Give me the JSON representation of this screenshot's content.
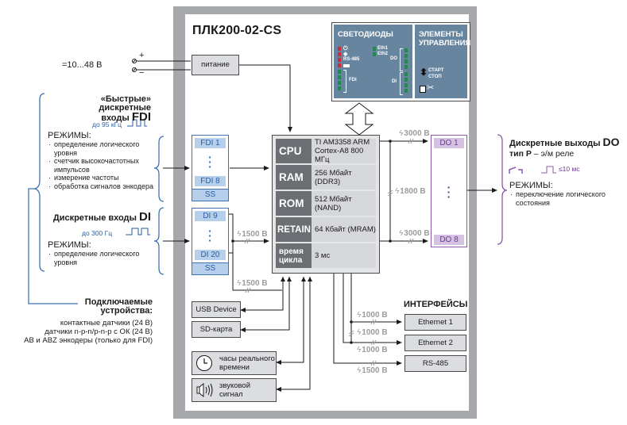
{
  "title": "ПЛК200-02-CS",
  "power": {
    "supply_label": "=10...48 В",
    "plus": "+",
    "minus": "−",
    "block_label": "питание"
  },
  "led_panel": {
    "leds_title": "СВЕТОДИОДЫ",
    "controls_title_1": "ЭЛЕМЕНТЫ",
    "controls_title_2": "УПРАВЛЕНИЯ",
    "led_labels": {
      "power_icon": "⏻",
      "diamond_icon": "◈",
      "rs485": "RS-485",
      "eth1": "Eth1",
      "eth2": "Eth2",
      "do": "DO",
      "di": "DI",
      "fdi": "FDI"
    },
    "start": "СТАРТ",
    "stop": "СТОП"
  },
  "cpu_block": {
    "rows": [
      {
        "key": "CPU",
        "value_1": "TI AM3358 ARM",
        "value_2": "Cortex-A8 800 МГц"
      },
      {
        "key": "RAM",
        "value_1": "256 Мбайт (DDR3)",
        "value_2": ""
      },
      {
        "key": "ROM",
        "value_1": "512 Мбайт (NAND)",
        "value_2": ""
      },
      {
        "key": "RETAIN",
        "value_1": "64 Кбайт (MRAM)",
        "value_2": ""
      },
      {
        "key_1": "время",
        "key_2": "цикла",
        "value_1": "3 мс",
        "value_2": ""
      }
    ]
  },
  "fdi_group": {
    "first": "FDI 1",
    "last": "FDI 8",
    "ss": "SS"
  },
  "di_group": {
    "first": "DI 9",
    "last": "DI 20",
    "ss": "SS"
  },
  "do_group": {
    "first": "DO 1",
    "last": "DO 8"
  },
  "isolation": {
    "do_top": "3000 В",
    "do_mid": "1800 В",
    "do_bottom": "3000 В",
    "di": "1500 В",
    "di_low": "1500 В",
    "eth1": "1000 В",
    "eth_between": "1000 В",
    "eth2": "1000 В",
    "rs485": "1500 В",
    "bolt": "ϟ"
  },
  "peripherals": {
    "usb": "USB Device",
    "sd": "SD-карта",
    "rtc_1": "часы реального",
    "rtc_2": "времени",
    "sound_1": "звуковой",
    "sound_2": "сигнал"
  },
  "interfaces": {
    "title": "ИНТЕРФЕЙСЫ",
    "items": [
      "Ethernet 1",
      "Ethernet 2",
      "RS-485"
    ]
  },
  "fdi_info": {
    "heading_1": "«Быстрые» дискретные",
    "heading_2a": "входы ",
    "heading_2b": "FDI",
    "freq": "до 95 кГц",
    "modes_title": "РЕЖИМЫ:",
    "modes": [
      "определение логического уровня",
      "счетчик высокочастотных импульсов",
      "измерение частоты",
      "обработка сигналов энкодера"
    ]
  },
  "di_info": {
    "heading_a": "Дискретные входы ",
    "heading_b": "DI",
    "freq": "до 300 Гц",
    "modes_title": "РЕЖИМЫ:",
    "modes": [
      "определение логического уровня"
    ]
  },
  "devices_info": {
    "heading_1": "Подключаемые",
    "heading_2": "устройства:",
    "items": [
      "контактные датчики (24 В)",
      "датчики n-p-n/p-n-p с ОК (24 В)",
      "AB и ABZ энкодеры (только для FDI)"
    ]
  },
  "do_info": {
    "heading_a": "Дискретные выходы ",
    "heading_b": "DO",
    "type_a": "тип Р",
    "type_b": " – э/м реле",
    "timing": "≤10 мс",
    "modes_title": "РЕЖИМЫ:",
    "modes": [
      "переключение логического состояния"
    ]
  },
  "colors": {
    "frame": "#a6a8ab",
    "fdi_di_accent": "#3c73b4",
    "do_accent": "#8c5aa8",
    "led_panel": "#6885a0",
    "led_red": "#d3283a",
    "led_green": "#1e8c46",
    "isolation_text": "#9a9c9f"
  }
}
